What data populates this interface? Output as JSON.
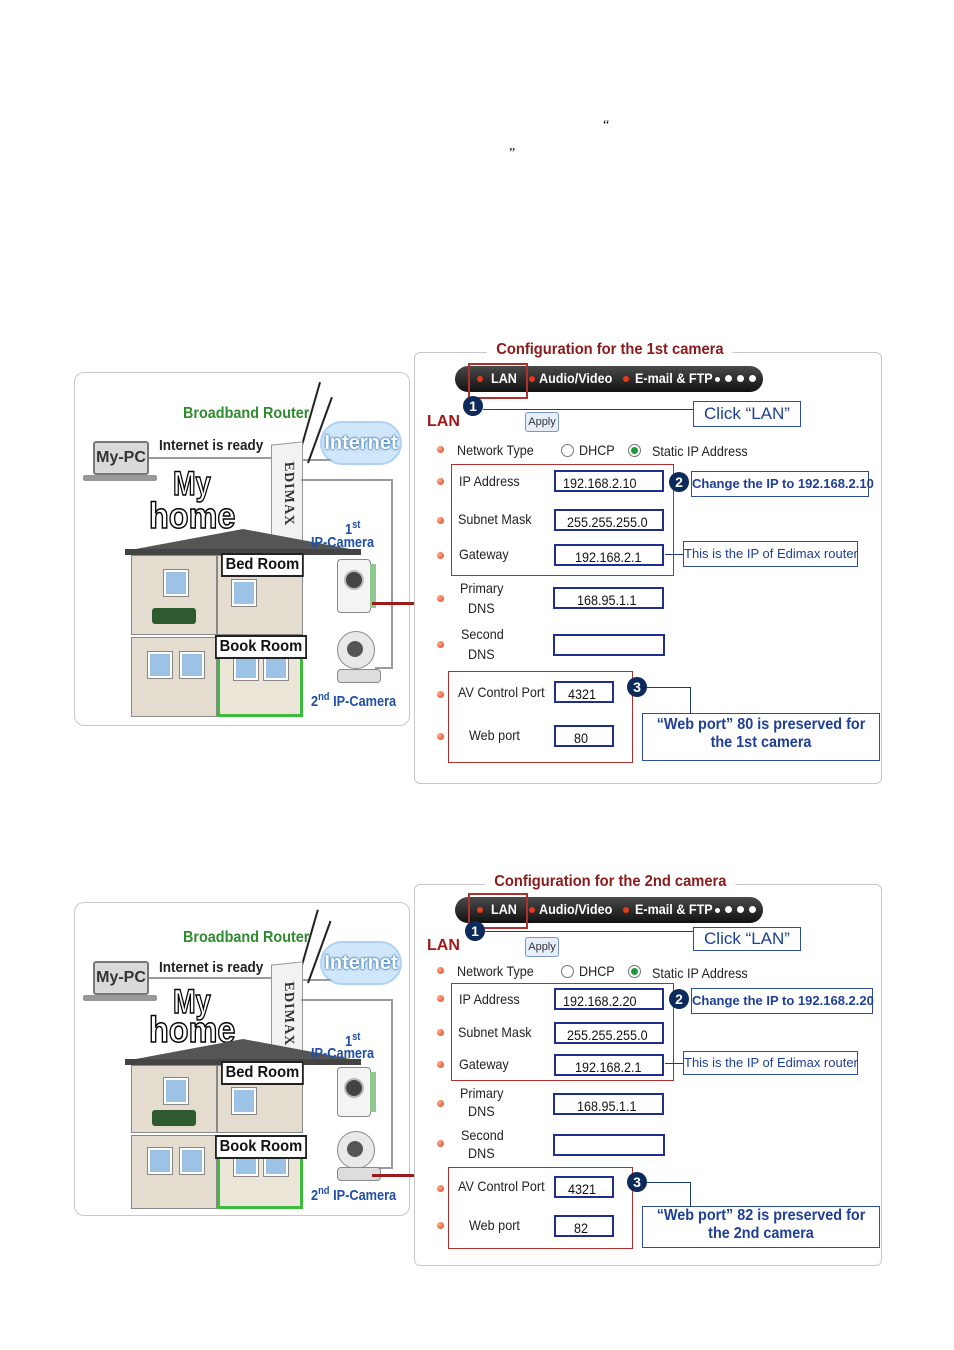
{
  "page": {
    "open_quote": "“",
    "close_quote": "”"
  },
  "illustration": {
    "router_label": "Broadband Router",
    "internet_ready": "Internet is ready",
    "my_pc": "My-PC",
    "internet": "Internet",
    "my": "My",
    "home": "home",
    "bed_room": "Bed Room",
    "book_room": "Book Room",
    "cam1_ord": "1",
    "cam1_sup": "st",
    "cam1_name": "IP-Camera",
    "cam2_ord": "2",
    "cam2_sup": "nd",
    "cam2_name": "IP-Camera",
    "router_brand": "EDIMAX"
  },
  "panels": [
    {
      "title": "Configuration for the 1st camera",
      "tabs": {
        "lan": "LAN",
        "audio_video": "Audio/Video",
        "email_ftp": "E-mail & FTP"
      },
      "section": "LAN",
      "apply": "Apply",
      "step1": "1",
      "step2": "2",
      "step3": "3",
      "click_lan": "Click “LAN”",
      "network_type": "Network Type",
      "dhcp": "DHCP",
      "static": "Static IP Address",
      "ip_label": "IP Address",
      "ip_value": "192.168.2.10",
      "mask_label": "Subnet Mask",
      "mask_value": "255.255.255.0",
      "gw_label": "Gateway",
      "gw_value": "192.168.2.1",
      "pdns_label_1": "Primary",
      "pdns_label_2": "DNS",
      "pdns_value": "168.95.1.1",
      "sdns_label_1": "Second",
      "sdns_label_2": "DNS",
      "sdns_value": "",
      "av_label": "AV Control Port",
      "av_value": "4321",
      "web_label": "Web port",
      "web_value": "80",
      "change_ip": "Change the IP to 192.168.2.10",
      "gw_note": "This is the IP of Edimax router",
      "web_note_1": "“Web port”  80 is preserved for",
      "web_note_2": "the 1st camera"
    },
    {
      "title": "Configuration for the 2nd camera",
      "tabs": {
        "lan": "LAN",
        "audio_video": "Audio/Video",
        "email_ftp": "E-mail & FTP"
      },
      "section": "LAN",
      "apply": "Apply",
      "step1": "1",
      "step2": "2",
      "step3": "3",
      "click_lan": "Click “LAN”",
      "network_type": "Network Type",
      "dhcp": "DHCP",
      "static": "Static IP Address",
      "ip_label": "IP Address",
      "ip_value": "192.168.2.20",
      "mask_label": "Subnet Mask",
      "mask_value": "255.255.255.0",
      "gw_label": "Gateway",
      "gw_value": "192.168.2.1",
      "pdns_label_1": "Primary",
      "pdns_label_2": "DNS",
      "pdns_value": "168.95.1.1",
      "sdns_label_1": "Second",
      "sdns_label_2": "DNS",
      "sdns_value": "",
      "av_label": "AV Control Port",
      "av_value": "4321",
      "web_label": "Web port",
      "web_value": "82",
      "change_ip": "Change the IP to 192.168.2.20",
      "gw_note": "This is the IP of Edimax router",
      "web_note_1": "“Web port”  82 is preserved for",
      "web_note_2": "the 2nd camera"
    }
  ]
}
